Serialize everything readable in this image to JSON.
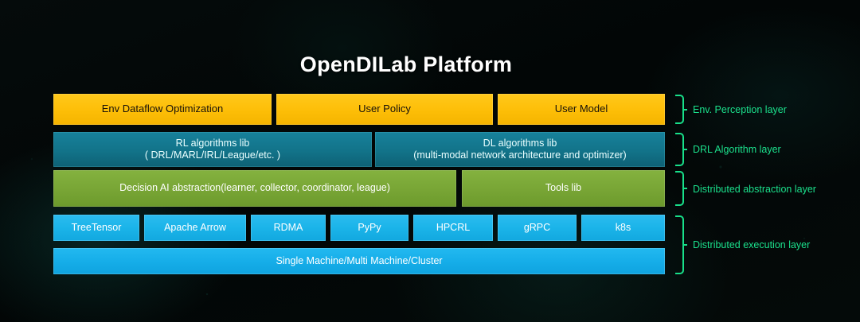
{
  "title": "OpenDILab Platform",
  "accent_colors": {
    "env_perception": "#FDBE07",
    "drl_algorithm": "#127389",
    "distributed_abstraction": "#78A535",
    "distributed_execution": "#1BB4E9",
    "layer_label": "#1BE08C",
    "background": "#030808"
  },
  "rows": {
    "env_perception": {
      "boxes": [
        {
          "label": "Env Dataflow Optimization"
        },
        {
          "label": "User Policy"
        },
        {
          "label": "User Model"
        }
      ]
    },
    "drl_algorithm": {
      "boxes": [
        {
          "line1": "RL algorithms lib",
          "line2": "( DRL/MARL/IRL/League/etc. )"
        },
        {
          "line1": "DL algorithms lib",
          "line2": "(multi-modal network architecture and optimizer)"
        }
      ]
    },
    "distributed_abstraction": {
      "boxes": [
        {
          "label": "Decision AI abstraction(learner, collector, coordinator, league)"
        },
        {
          "label": "Tools lib"
        }
      ]
    },
    "distributed_execution": {
      "boxes": [
        {
          "label": "TreeTensor"
        },
        {
          "label": "Apache Arrow"
        },
        {
          "label": "RDMA"
        },
        {
          "label": "PyPy"
        },
        {
          "label": "HPCRL"
        },
        {
          "label": "gRPC"
        },
        {
          "label": "k8s"
        }
      ],
      "machine_bar": "Single Machine/Multi Machine/Cluster"
    }
  },
  "layer_labels": [
    {
      "label": "Env. Perception layer"
    },
    {
      "label": "DRL Algorithm layer"
    },
    {
      "label": "Distributed abstraction layer"
    },
    {
      "label": "Distributed execution layer"
    }
  ]
}
